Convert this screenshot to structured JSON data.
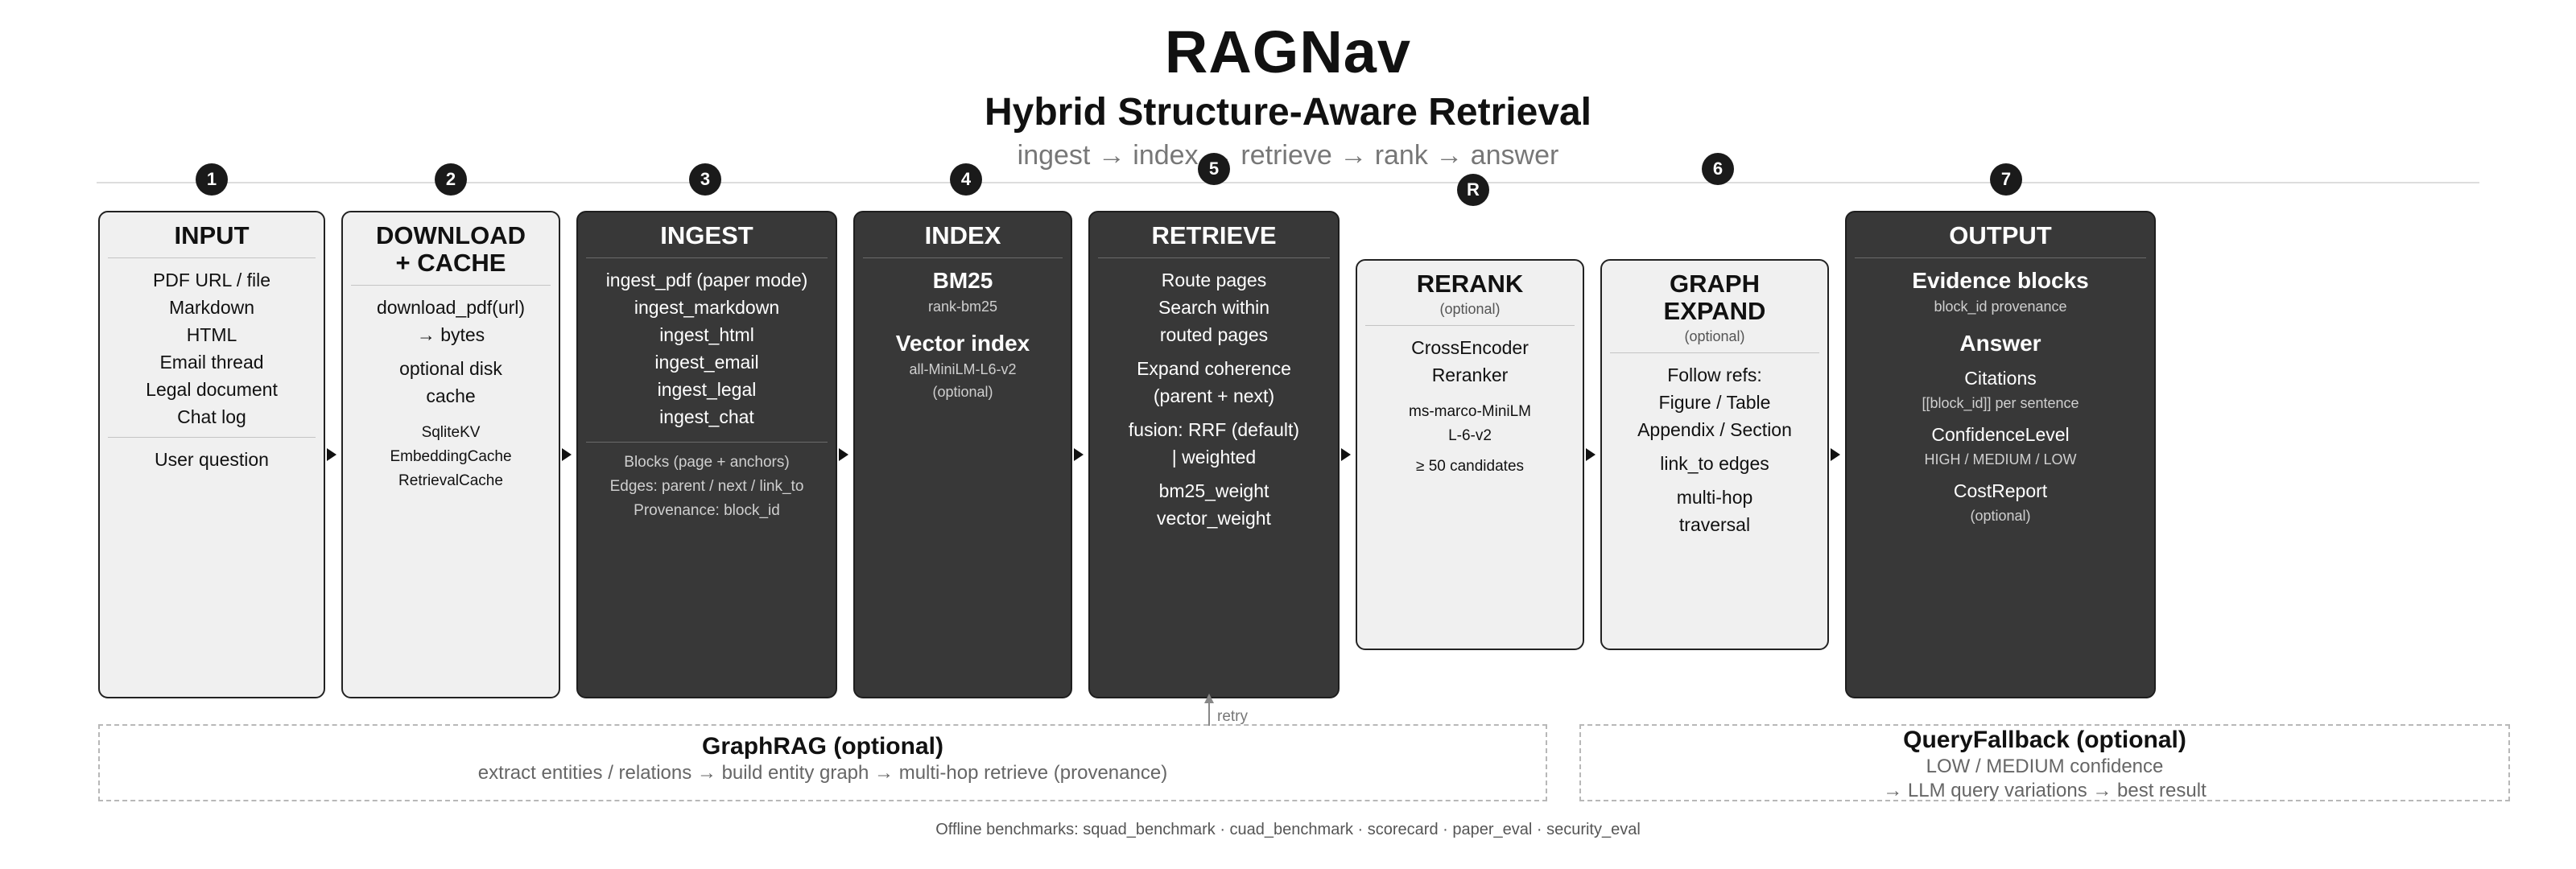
{
  "title": "RAGNav",
  "subtitle": "Hybrid Structure-Aware Retrieval",
  "tagline": "ingest → index → retrieve → rank → answer",
  "badges": [
    "1",
    "2",
    "3",
    "4",
    "5",
    "R",
    "6",
    "7"
  ],
  "boxes": {
    "input": {
      "title": "INPUT",
      "items": [
        "PDF URL / file",
        "Markdown",
        "HTML",
        "Email thread",
        "Legal document",
        "Chat log"
      ],
      "extra": "User question"
    },
    "download": {
      "title1": "DOWNLOAD",
      "title2": "+ CACHE",
      "l1": "download_pdf(url)",
      "l2": "→ bytes",
      "l3": "optional disk",
      "l4": "cache",
      "caches": [
        "SqliteKV",
        "EmbeddingCache",
        "RetrievalCache"
      ]
    },
    "ingest": {
      "title": "INGEST",
      "items": [
        "ingest_pdf  (paper mode)",
        "ingest_markdown",
        "ingest_html",
        "ingest_email",
        "ingest_legal",
        "ingest_chat"
      ],
      "notes": [
        "Blocks  (page + anchors)",
        "Edges: parent / next / link_to",
        "Provenance: block_id"
      ]
    },
    "index": {
      "title": "INDEX",
      "bm25": "BM25",
      "bm25_sub": "rank-bm25",
      "vec": "Vector index",
      "vec_sub": "all-MiniLM-L6-v2",
      "vec_opt": "(optional)"
    },
    "retrieve": {
      "title": "RETRIEVE",
      "g1": [
        "Route pages",
        "Search within",
        "routed pages"
      ],
      "g2": [
        "Expand coherence",
        "(parent + next)"
      ],
      "g3": [
        "fusion: RRF (default)",
        "| weighted"
      ],
      "g4": [
        "bm25_weight",
        "vector_weight"
      ]
    },
    "rerank": {
      "title": "RERANK",
      "opt": "(optional)",
      "l1": "CrossEncoder",
      "l2": "Reranker",
      "m1": "ms-marco-MiniLM",
      "m2": "L-6-v2",
      "cand": "≥ 50 candidates"
    },
    "graph": {
      "title1": "GRAPH",
      "title2": "EXPAND",
      "opt": "(optional)",
      "l1": "Follow refs:",
      "l2": "Figure / Table",
      "l3": "Appendix / Section",
      "l4": "link_to edges",
      "l5": "multi-hop",
      "l6": "traversal"
    },
    "output": {
      "title": "OUTPUT",
      "evidence": "Evidence blocks",
      "evidence_sub": "block_id provenance",
      "answer": "Answer",
      "cit": "Citations",
      "cit_sub": "[[block_id]] per sentence",
      "conf": "ConfidenceLevel",
      "conf_sub": "HIGH / MEDIUM / LOW",
      "cost": "CostReport",
      "cost_sub": "(optional)"
    }
  },
  "retry": "retry",
  "graphrag": {
    "title": "GraphRAG  (optional)",
    "sub": "extract entities / relations  →  build entity graph  →  multi-hop retrieve  (provenance)"
  },
  "fallback": {
    "title": "QueryFallback  (optional)",
    "sub1": "LOW / MEDIUM confidence",
    "sub2": "→  LLM query variations  →  best result"
  },
  "footer": "Offline benchmarks: squad_benchmark  ·  cuad_benchmark  ·  scorecard  ·  paper_eval  ·  security_eval"
}
